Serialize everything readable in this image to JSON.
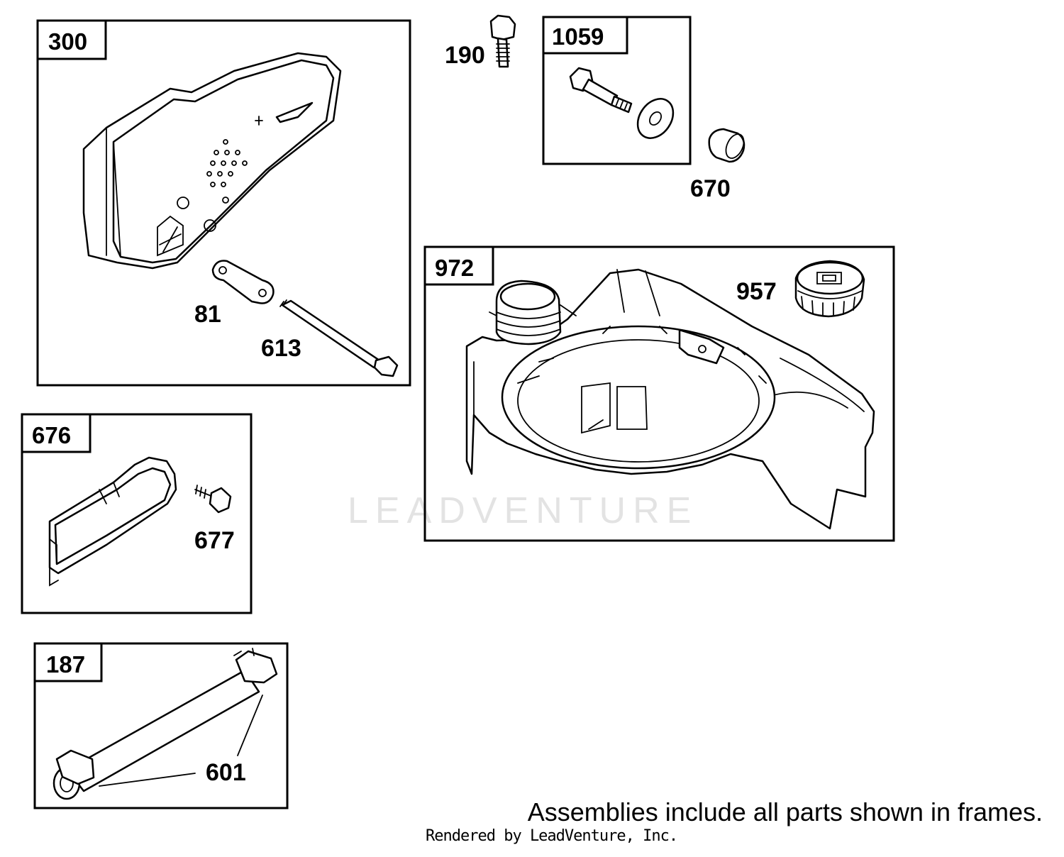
{
  "watermark": "LEADVENTURE",
  "frames": [
    {
      "id": "300"
    },
    {
      "id": "1059"
    },
    {
      "id": "972"
    },
    {
      "id": "676"
    },
    {
      "id": "187"
    }
  ],
  "callouts": [
    "190",
    "670",
    "81",
    "613",
    "957",
    "677",
    "601"
  ],
  "footer": {
    "note": "Assemblies include all parts shown in frames.",
    "credit": "Rendered by LeadVenture, Inc."
  }
}
